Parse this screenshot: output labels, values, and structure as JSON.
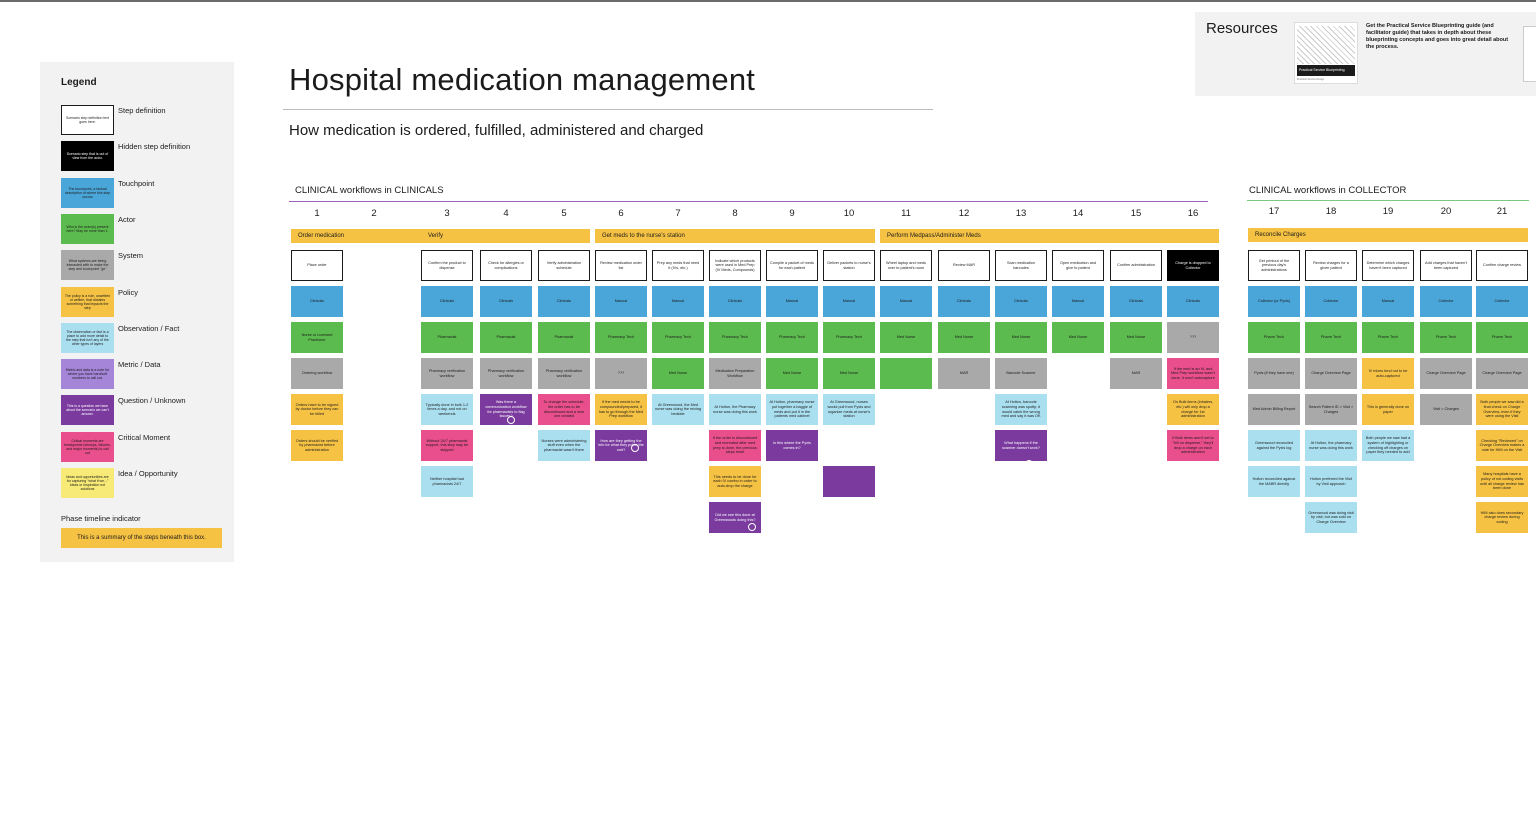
{
  "title": "Hospital medication management",
  "subtitle": "How medication is ordered, fulfilled, administered and charged",
  "legend": {
    "title": "Legend",
    "items": [
      {
        "type": "step",
        "label": "Step definition",
        "sample": "Scenario step definition text goes here."
      },
      {
        "type": "hidden",
        "label": "Hidden step definition",
        "sample": "Scenario step that is out of view from the actor."
      },
      {
        "type": "touch",
        "label": "Touchpoint",
        "sample": "The touchpoint, a factual description of where this step occurs"
      },
      {
        "type": "actor",
        "label": "Actor",
        "sample": "Who is the actor(s) present here? May be more than 1."
      },
      {
        "type": "system",
        "label": "System",
        "sample": "What systems are being interacted with to make the step and touchpoint \"go\""
      },
      {
        "type": "policy",
        "label": "Policy",
        "sample": "The policy is a rule, unwritten or written, that dictates something that impacts the step"
      },
      {
        "type": "obs",
        "label": "Observation / Fact",
        "sample": "The observation or fact is a place to add more detail to the step that isn't any of the other types of layers"
      },
      {
        "type": "metric",
        "label": "Metric / Data",
        "sample": "Metric and data is a note for where you have hard/soft numbers to call out."
      },
      {
        "type": "question",
        "label": "Question / Unknown",
        "sample": "This is a question we have about the scenario we can't answer."
      },
      {
        "type": "critical",
        "label": "Critical Moment",
        "sample": "Critical moments are breakpoints (whoops, failures, and major moments) to call out"
      },
      {
        "type": "idea",
        "label": "Idea / Opportunity",
        "sample": "Ideas and opportunities are for capturing \"what if we...\" ideas or inspiration not solutions"
      }
    ],
    "phase_title": "Phase timeline indicator",
    "phase_sample": "This is a summary of the steps beneath this box."
  },
  "resources": {
    "title": "Resources",
    "thumb_caption": "Practical Service Blueprinting",
    "thumb_publisher": "Practical Service Design",
    "description": "Get the Practical Service Blueprinting guide (and facilitator guide) that takes in depth about these blueprinting concepts and goes into great detail about the process."
  },
  "sections": [
    {
      "title": "CLINICAL workflows in CLINICALS"
    },
    {
      "title": "CLINICAL workflows in COLLECTOR"
    }
  ],
  "step_numbers": [
    "1",
    "2",
    "3",
    "4",
    "5",
    "6",
    "7",
    "8",
    "9",
    "10",
    "11",
    "12",
    "13",
    "14",
    "15",
    "16",
    "17",
    "18",
    "19",
    "20",
    "21"
  ],
  "phases": [
    {
      "label": "Order medication"
    },
    {
      "label": "Verify"
    },
    {
      "label": "Get meds to the nurse's station"
    },
    {
      "label": "Perform Medpass/Administer Meds"
    },
    {
      "label": "Reconcile Charges"
    }
  ],
  "columns": [
    {
      "cells": [
        {
          "t": "step",
          "text": "Place order"
        },
        {
          "t": "touch",
          "text": "Clinicals"
        },
        {
          "t": "actor",
          "text": "Nurse or Licensed Practioner"
        },
        {
          "t": "system",
          "text": "Ordering workflow"
        },
        {
          "t": "policy",
          "text": "Orders have to be signed by doctor before they can be billed"
        },
        {
          "t": "policy",
          "text": "Orders should be verified by pharmacist before administration"
        }
      ]
    },
    {
      "cells": []
    },
    {
      "cells": [
        {
          "t": "step",
          "text": "Confirm the product to dispense"
        },
        {
          "t": "touch",
          "text": "Clinicals"
        },
        {
          "t": "actor",
          "text": "Pharmacist"
        },
        {
          "t": "system",
          "text": "Pharmacy verification workflow"
        },
        {
          "t": "obs",
          "text": "Typically done in bulk 1-2 times a day, and not on weekends"
        },
        {
          "t": "critical",
          "text": "Without 24/7 pharmacist support, this step may be skipped"
        },
        {
          "t": "obs",
          "text": "Neither hospital had pharmacists 24/7"
        }
      ]
    },
    {
      "cells": [
        {
          "t": "step",
          "text": "Check for allergies or complications"
        },
        {
          "t": "touch",
          "text": "Clinicals"
        },
        {
          "t": "actor",
          "text": "Pharmacist"
        },
        {
          "t": "system",
          "text": "Pharmacy verification workflow"
        },
        {
          "t": "question",
          "text": "Was there a communication workflow for pharmacists to flag issues?"
        }
      ]
    },
    {
      "cells": [
        {
          "t": "step",
          "text": "Verify administration schedule"
        },
        {
          "t": "touch",
          "text": "Clinicals"
        },
        {
          "t": "actor",
          "text": "Pharmacist"
        },
        {
          "t": "system",
          "text": "Pharmacy verification workflow"
        },
        {
          "t": "critical",
          "text": "To change the schedule, the order has to be discontinued and a new one created"
        },
        {
          "t": "obs",
          "text": "Nurses were administering stuff even when the pharmacist wasn't there"
        }
      ]
    },
    {
      "cells": [
        {
          "t": "step",
          "text": "Review medication order list"
        },
        {
          "t": "touch",
          "text": "Manual"
        },
        {
          "t": "actor",
          "text": "Pharmacy Tech"
        },
        {
          "t": "system",
          "text": "???"
        },
        {
          "t": "policy",
          "text": "If the med needs to be compounded/prepared, it has to go through the Med Prep workflow"
        },
        {
          "t": "question",
          "text": "How are they getting the info for what they put in the cart?"
        }
      ]
    },
    {
      "cells": [
        {
          "t": "step",
          "text": "Prep any meds that need it (IVs, etc.)"
        },
        {
          "t": "touch",
          "text": "Manual"
        },
        {
          "t": "actor",
          "text": "Pharmacy Tech"
        },
        {
          "t": "actor",
          "text": "Med Nurse"
        },
        {
          "t": "obs",
          "text": "At Greenwood, the Med nurse was doing the mixing bedside"
        }
      ]
    },
    {
      "cells": [
        {
          "t": "step",
          "text": "Indicate which products were used in Med Prep (IV Meds, Compounds)"
        },
        {
          "t": "touch",
          "text": "Clinicals"
        },
        {
          "t": "actor",
          "text": "Pharmacy Tech"
        },
        {
          "t": "system",
          "text": "Medication Preparation Workflow"
        },
        {
          "t": "obs",
          "text": "At Holton, the Pharmacy nurse was doing this work"
        },
        {
          "t": "critical",
          "text": "If the order is discontinued and recreated after med prep is done, the previous steps reset"
        },
        {
          "t": "policy",
          "text": "This needs to be done for each IV combo in order to auto-drop the charge"
        },
        {
          "t": "question",
          "text": "Did we see this done at Greenwoods doing this?"
        }
      ]
    },
    {
      "cells": [
        {
          "t": "step",
          "text": "Compile a packet of meds for each patient"
        },
        {
          "t": "touch",
          "text": "Manual"
        },
        {
          "t": "actor",
          "text": "Pharmacy Tech"
        },
        {
          "t": "actor",
          "text": "Med Nurse"
        },
        {
          "t": "obs",
          "text": "At Holton, pharmacy nurse put together a baggie of meds and put it in the patients med cabinet"
        },
        {
          "t": "question",
          "text": "Is this where the Pyxis comes in?"
        }
      ]
    },
    {
      "cells": [
        {
          "t": "step",
          "text": "Deliver packets to nurse's station"
        },
        {
          "t": "touch",
          "text": "Manual"
        },
        {
          "t": "actor",
          "text": "Pharmacy Tech"
        },
        {
          "t": "actor",
          "text": "Med Nurse"
        },
        {
          "t": "obs",
          "text": "At Greenwood, nurses would pull from Pyxis and organize meds at nurse's station"
        },
        {
          "t": "none",
          "text": ""
        },
        {
          "t": "question",
          "text": ""
        }
      ]
    },
    {
      "cells": [
        {
          "t": "step",
          "text": "Wheel laptop and meds over to patient's room"
        },
        {
          "t": "touch",
          "text": "Manual"
        },
        {
          "t": "actor",
          "text": "Med Nurse"
        },
        {
          "t": "actor",
          "text": ""
        }
      ]
    },
    {
      "cells": [
        {
          "t": "step",
          "text": "Review MAR"
        },
        {
          "t": "touch",
          "text": "Clinicals"
        },
        {
          "t": "actor",
          "text": "Med Nurse"
        },
        {
          "t": "system",
          "text": "MAR"
        }
      ]
    },
    {
      "cells": [
        {
          "t": "step",
          "text": "Scan medication barcodes"
        },
        {
          "t": "touch",
          "text": "Clinicals"
        },
        {
          "t": "actor",
          "text": "Med Nurse"
        },
        {
          "t": "system",
          "text": "Barcode Scanner"
        },
        {
          "t": "obs",
          "text": "At Holton, barcode scanning was spotty; it would catch the wrong med and say it was OK"
        },
        {
          "t": "question",
          "text": "What happens if the scanner doesn't work?"
        }
      ]
    },
    {
      "cells": [
        {
          "t": "step",
          "text": "Open medication and give to patient"
        },
        {
          "t": "touch",
          "text": "Manual"
        },
        {
          "t": "actor",
          "text": "Med Nurse"
        }
      ]
    },
    {
      "cells": [
        {
          "t": "step",
          "text": "Confirm administration"
        },
        {
          "t": "touch",
          "text": "Clinicals"
        },
        {
          "t": "actor",
          "text": "Med Nurse"
        },
        {
          "t": "system",
          "text": "MAR"
        }
      ]
    },
    {
      "cells": [
        {
          "t": "hidden",
          "text": "Charge is dropped to Collector"
        },
        {
          "t": "touch",
          "text": "Clinicals"
        },
        {
          "t": "system",
          "text": "???"
        },
        {
          "t": "critical",
          "text": "If the med is an IV, and Med Prep workflow wasn't done, it won't autocapture"
        },
        {
          "t": "policy",
          "text": "On Bulk items (inhalers, etc.) will only drop a charge for 1st administration"
        },
        {
          "t": "critical",
          "text": "If Bulk items aren't set to \"bill on dispense,\" they'll drop a charge on each administration"
        }
      ]
    },
    {
      "cells": [
        {
          "t": "step",
          "text": "Get printout of the previous day's administrations"
        },
        {
          "t": "touch",
          "text": "Collector (or Pyxis)"
        },
        {
          "t": "actor",
          "text": "Pharm Tech"
        },
        {
          "t": "system",
          "text": "Pyxis (if they have one)"
        },
        {
          "t": "system",
          "text": "Med Admin Billing Report"
        },
        {
          "t": "obs",
          "text": "Greenwood reconciled against the Pyxis log"
        },
        {
          "t": "obs",
          "text": "Holton reconciled against the MABR directly"
        }
      ]
    },
    {
      "cells": [
        {
          "t": "step",
          "text": "Review charges for a given patient"
        },
        {
          "t": "touch",
          "text": "Collector"
        },
        {
          "t": "actor",
          "text": "Pharm Tech"
        },
        {
          "t": "system",
          "text": "Charge Overview Page"
        },
        {
          "t": "system",
          "text": "Search Patient ID > Visit > Charges"
        },
        {
          "t": "obs",
          "text": "At Holton, the pharmacy nurse was doing this work"
        },
        {
          "t": "obs",
          "text": "Holton preferred the Visit by Visit approach"
        },
        {
          "t": "obs",
          "text": "Greenwood was doing visit by visit, but was sold on Charge Overview"
        }
      ]
    },
    {
      "cells": [
        {
          "t": "step",
          "text": "Determine which charges haven't been captured"
        },
        {
          "t": "touch",
          "text": "Manual"
        },
        {
          "t": "actor",
          "text": "Pharm Tech"
        },
        {
          "t": "policy",
          "text": "IV mixes tend not to be auto-captured"
        },
        {
          "t": "policy",
          "text": "This is generally done on paper"
        },
        {
          "t": "obs",
          "text": "Both people we saw had a system of highlighting or checking off charges on paper they needed to add"
        }
      ]
    },
    {
      "cells": [
        {
          "t": "step",
          "text": "Add charges that haven't been captured"
        },
        {
          "t": "touch",
          "text": "Collector"
        },
        {
          "t": "actor",
          "text": "Pharm Tech"
        },
        {
          "t": "system",
          "text": "Charge Overview Page"
        },
        {
          "t": "system",
          "text": "Visit > Charges"
        }
      ]
    },
    {
      "cells": [
        {
          "t": "step",
          "text": "Confirm charge review"
        },
        {
          "t": "touch",
          "text": "Collector"
        },
        {
          "t": "actor",
          "text": "Pharm Tech"
        },
        {
          "t": "system",
          "text": "Charge Overview Page"
        },
        {
          "t": "policy",
          "text": "Both people we saw did a final check on Charge Overview, even if they were using the Visit"
        },
        {
          "t": "policy",
          "text": "Checking \"Reviewed\" on Charge Overview makes a note for HIM on the Visit"
        },
        {
          "t": "policy",
          "text": "Many hospitals have a policy of not coding visits until all charge review has been done"
        },
        {
          "t": "policy",
          "text": "HIM also does secondary charge review during coding"
        }
      ]
    }
  ],
  "colors": {
    "step": "#ffffff",
    "hidden": "#000000",
    "touch": "#4aa5d8",
    "actor": "#5cbb4f",
    "system": "#a9a9a9",
    "policy": "#f6c244",
    "obs": "#aadff0",
    "metric": "#a585d8",
    "question": "#7a3a9e",
    "critical": "#ea4f8d",
    "idea": "#f7ea76",
    "phase": "#f6c244",
    "timeline": "#9a62b4",
    "timeline_collector": "#7cc87c"
  }
}
